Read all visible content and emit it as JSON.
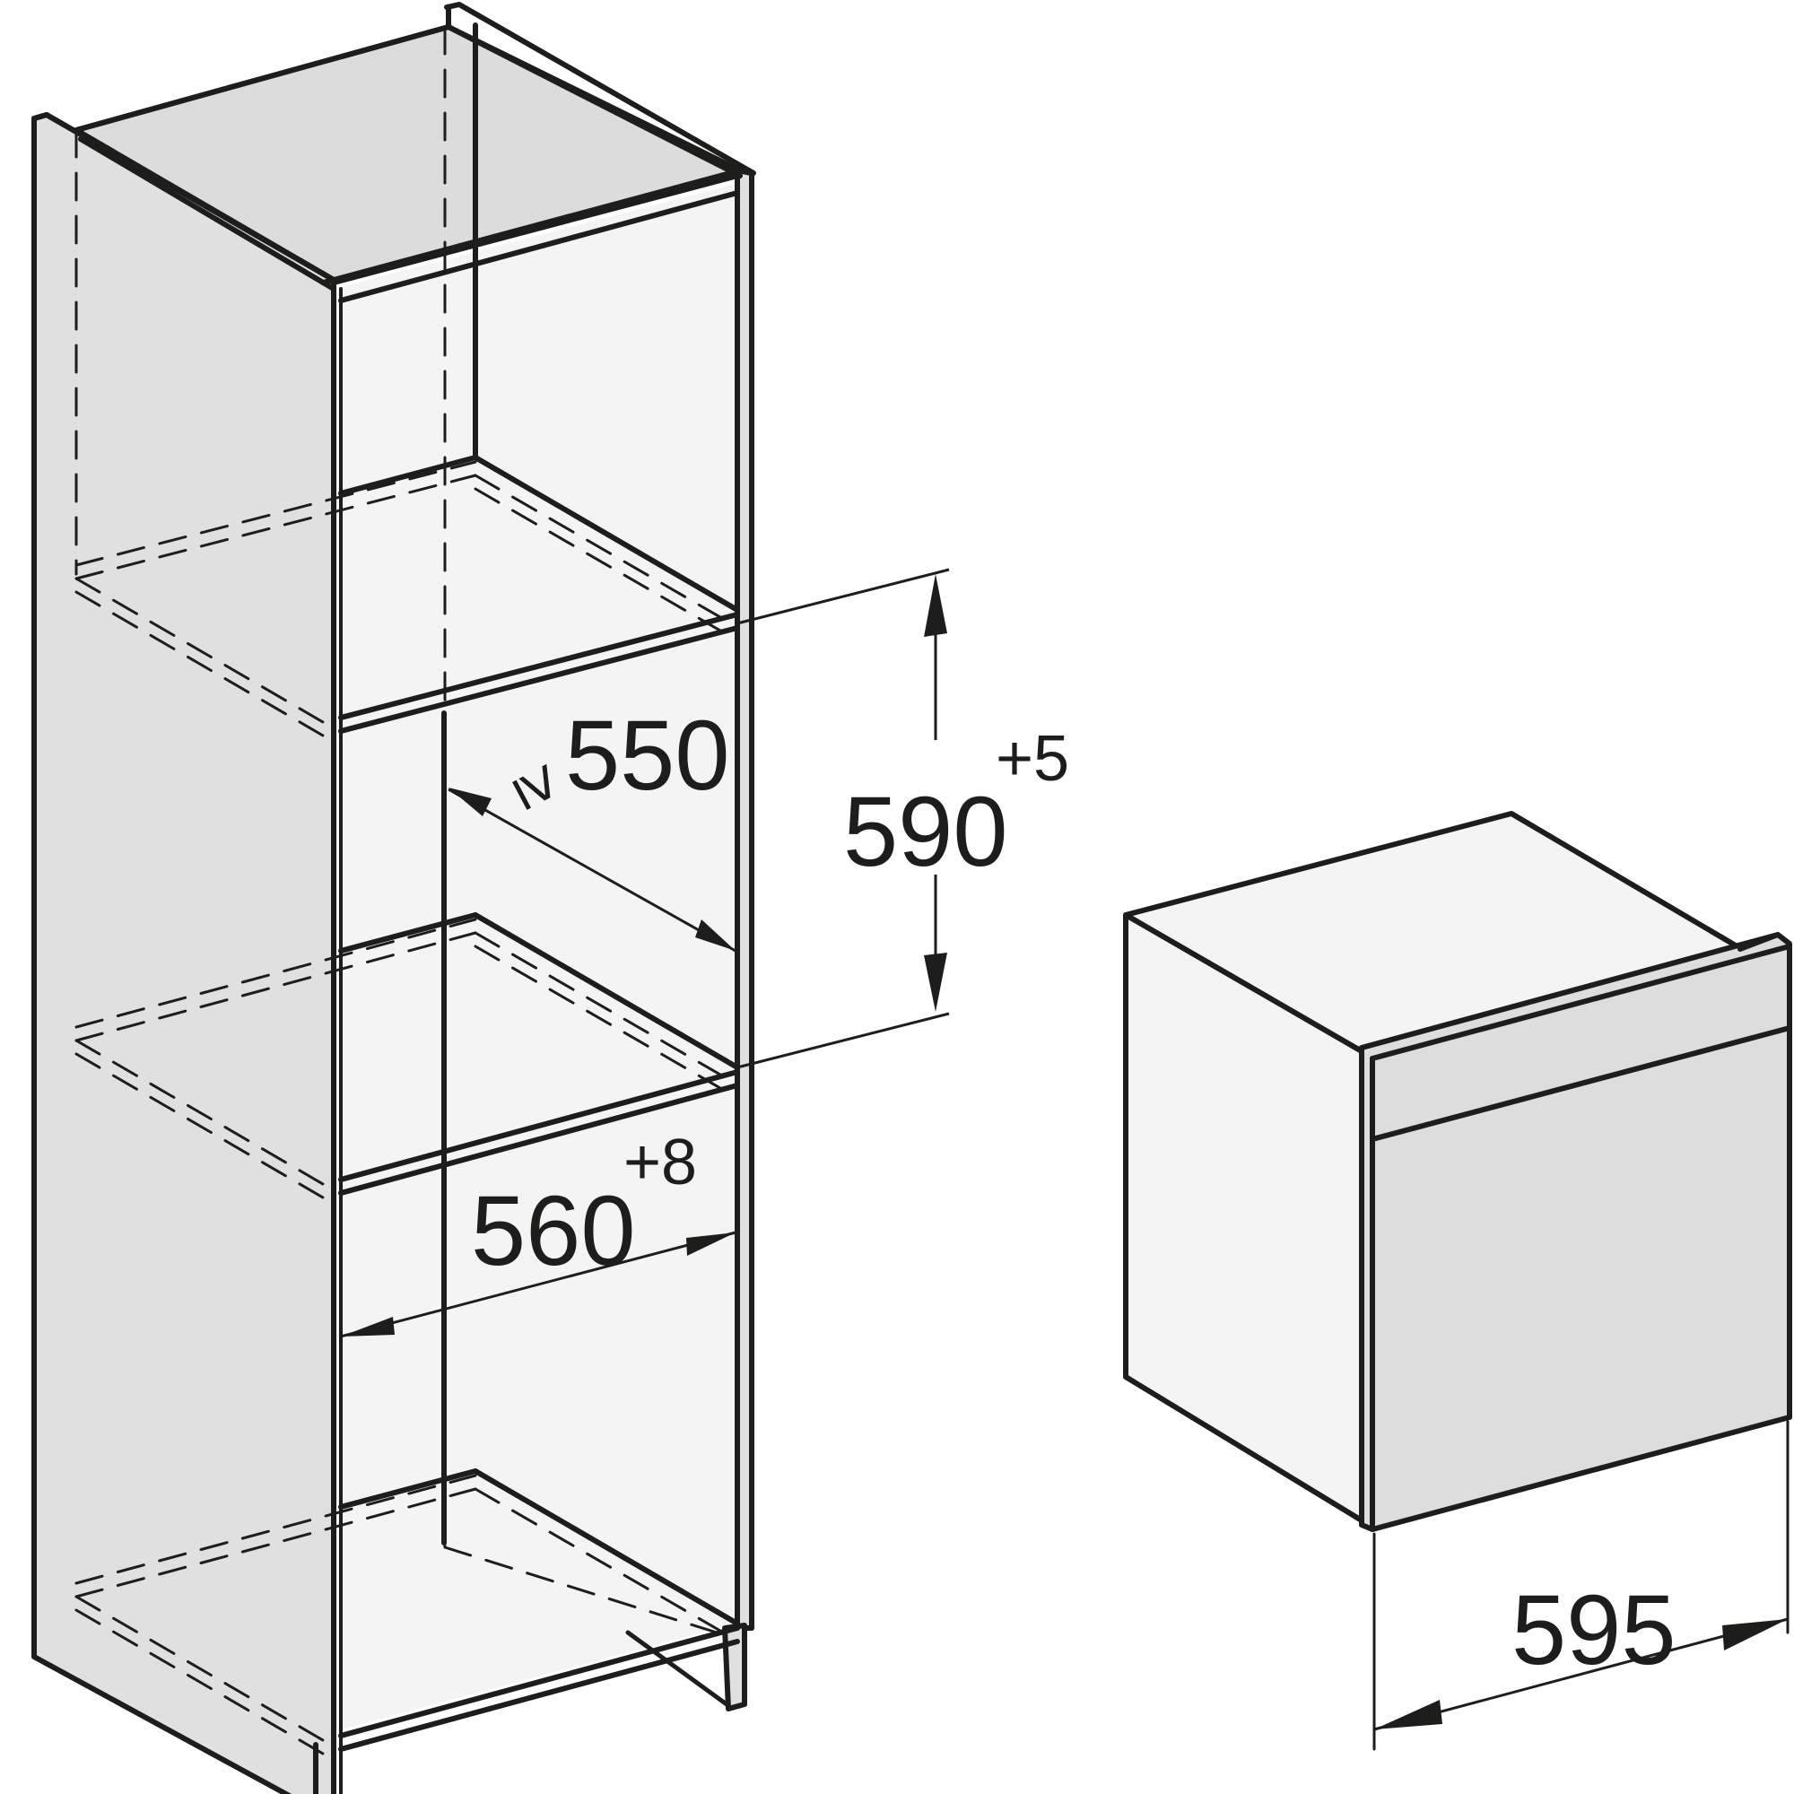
{
  "colors": {
    "line": "#1d1d1b",
    "side_panel": "#e0e0e0",
    "inner_panel": "#f4f4f4",
    "top_panel": "#dcdcdc",
    "appliance_front": "#dddddd",
    "background": "#ffffff"
  },
  "dimensions": {
    "niche_height": {
      "value": "590",
      "tolerance": "+5"
    },
    "niche_depth": {
      "value": "550",
      "prefix": "≥"
    },
    "niche_width": {
      "value": "560",
      "tolerance": "+8"
    },
    "appliance_width": {
      "value": "595"
    }
  }
}
